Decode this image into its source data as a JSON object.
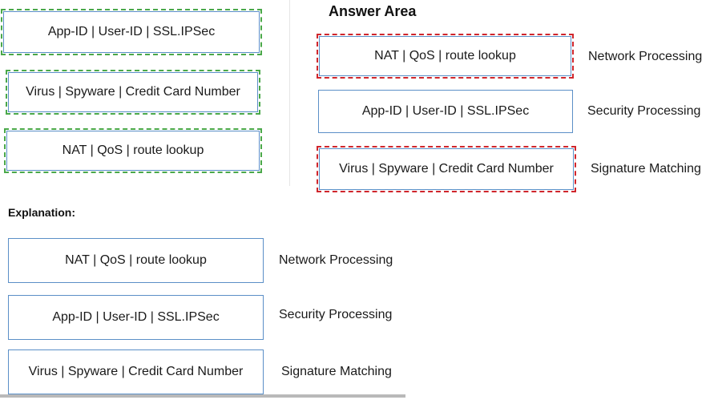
{
  "answer_area": {
    "heading": "Answer Area",
    "rows": [
      {
        "box": "NAT | QoS | route lookup",
        "label": "Network Processing"
      },
      {
        "box": "App-ID | User-ID | SSL.IPSec",
        "label": "Security Processing"
      },
      {
        "box": "Virus | Spyware | Credit Card Number",
        "label": "Signature Matching"
      }
    ]
  },
  "source_options": [
    "App-ID | User-ID | SSL.IPSec",
    "Virus | Spyware | Credit Card Number",
    "NAT | QoS | route lookup"
  ],
  "explanation": {
    "heading": "Explanation:",
    "rows": [
      {
        "box": "NAT | QoS | route lookup",
        "label": "Network Processing"
      },
      {
        "box": "App-ID | User-ID | SSL.IPSec",
        "label": "Security Processing"
      },
      {
        "box": "Virus | Spyware | Credit Card Number",
        "label": "Signature Matching"
      }
    ]
  },
  "colors": {
    "box_border": "#5b8fc7",
    "source_dash": "#4aa84a",
    "answer_dash": "#d0262c"
  }
}
